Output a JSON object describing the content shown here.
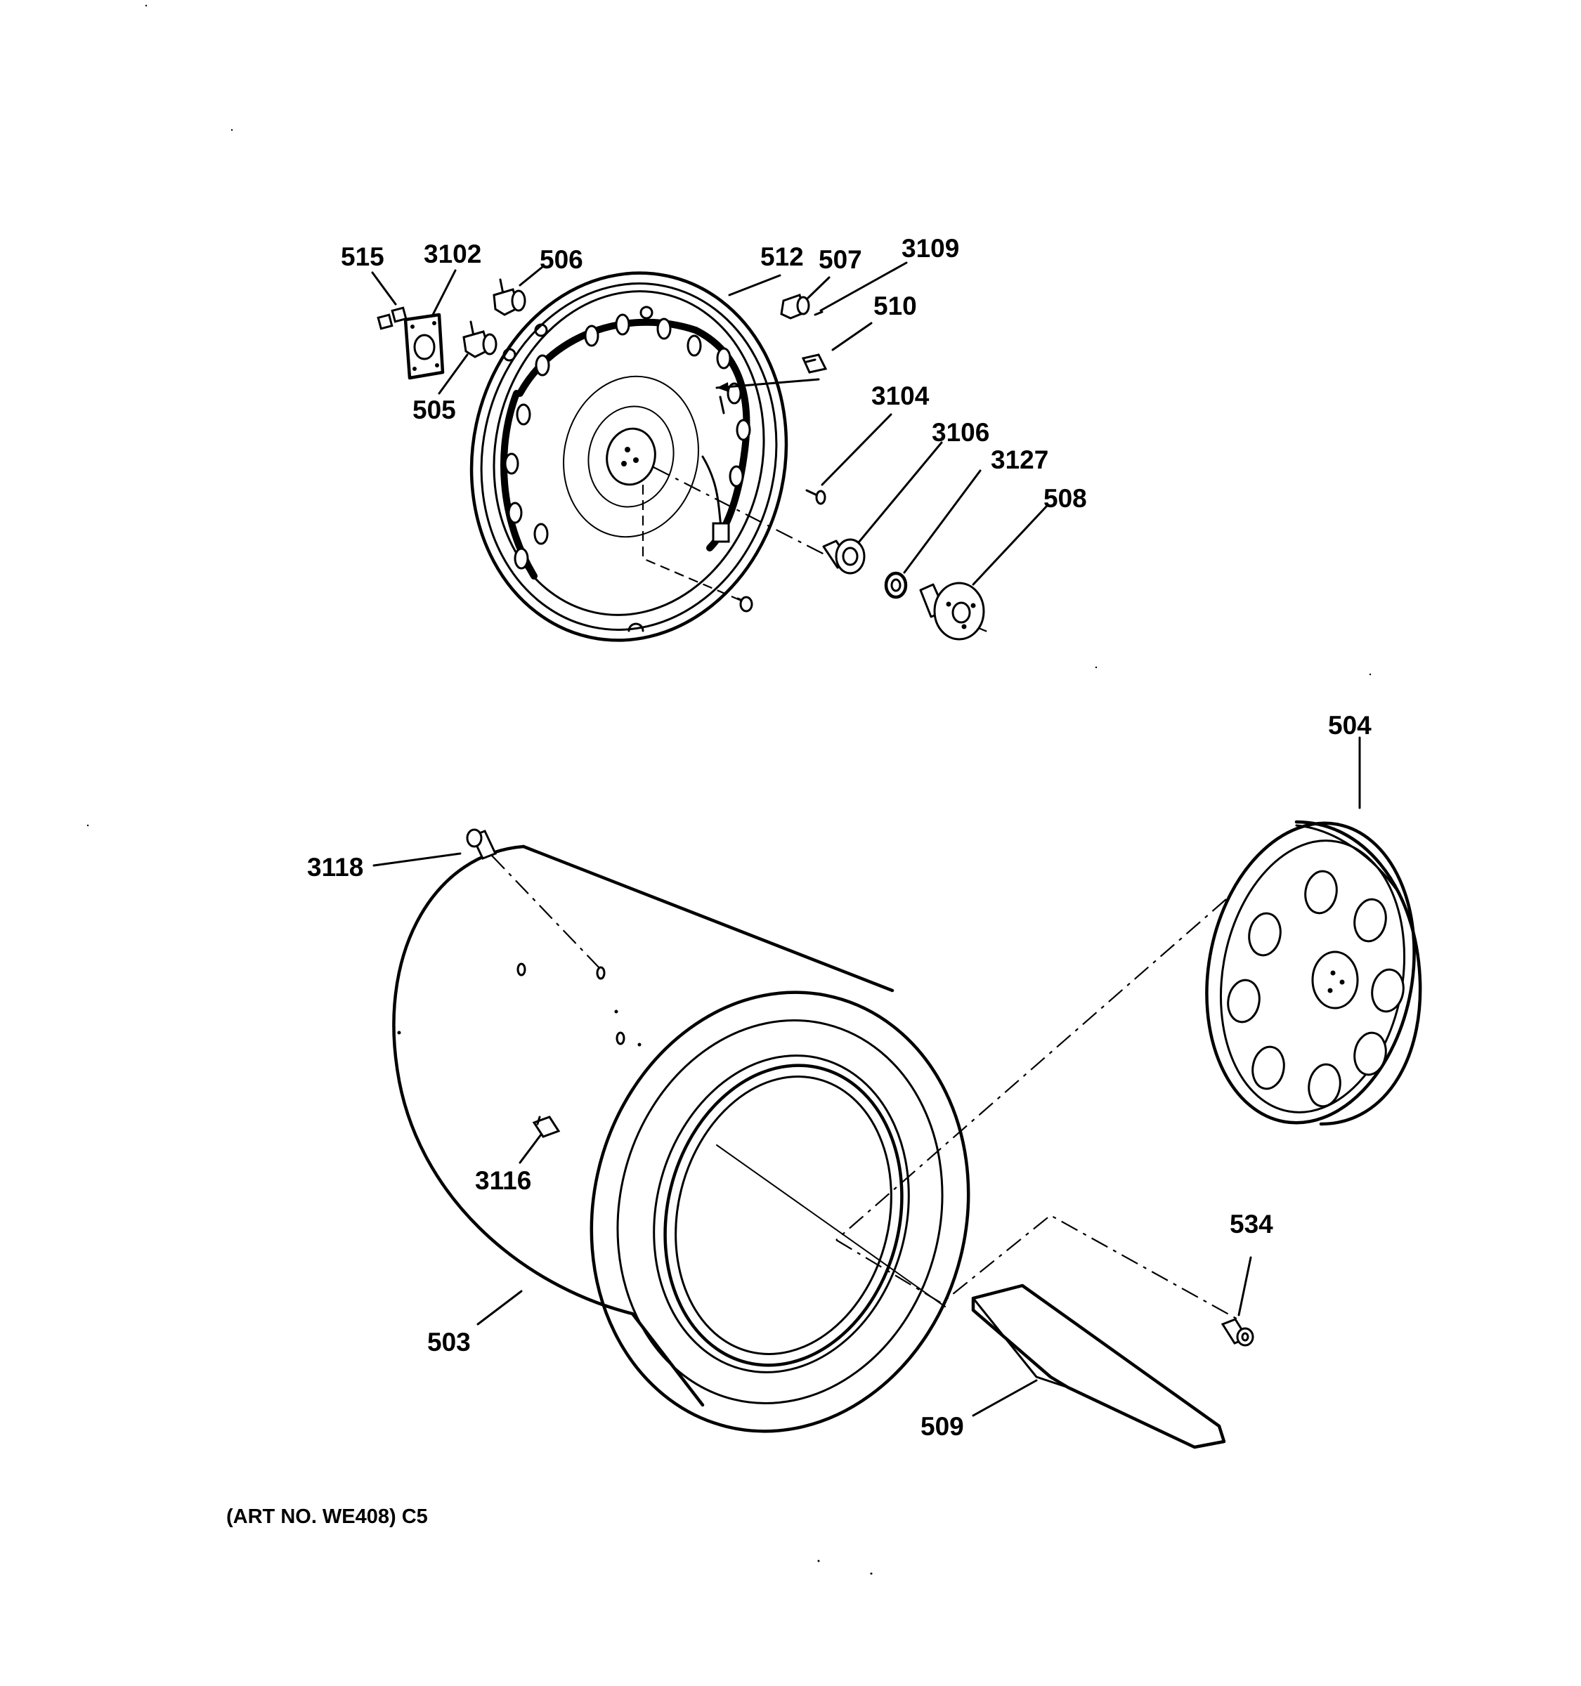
{
  "diagram": {
    "part_labels": {
      "p515": "515",
      "p3102": "3102",
      "p506": "506",
      "p512": "512",
      "p507": "507",
      "p3109": "3109",
      "p510": "510",
      "p505": "505",
      "p3104": "3104",
      "p3106": "3106",
      "p3127": "3127",
      "p508": "508",
      "p504": "504",
      "p3118": "3118",
      "p3116": "3116",
      "p534": "534",
      "p503": "503",
      "p509": "509"
    },
    "art_note": "(ART NO. WE408) C5"
  }
}
